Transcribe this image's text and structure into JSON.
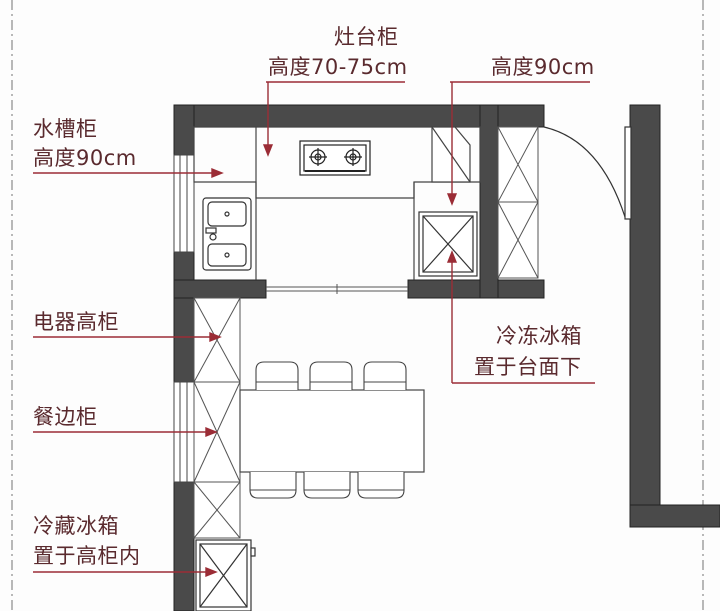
{
  "labels": {
    "stove_cabinet": {
      "name": "灶台柜",
      "height": "高度70-75cm"
    },
    "right_cabinet": {
      "height": "高度90cm"
    },
    "sink_cabinet": {
      "name": "水槽柜",
      "height": "高度90cm"
    },
    "appliance_cabinet": {
      "name": "电器高柜"
    },
    "sideboard": {
      "name": "餐边柜"
    },
    "fridge": {
      "line1": "冷藏冰箱",
      "line2": "置于高柜内"
    },
    "freezer": {
      "line1": "冷冻冰箱",
      "line2": "置于台面下"
    }
  },
  "colors": {
    "wall": "#4a4a4a",
    "annotation": "#9b2d36",
    "text": "#5a2a2e",
    "lines": "#444444"
  }
}
